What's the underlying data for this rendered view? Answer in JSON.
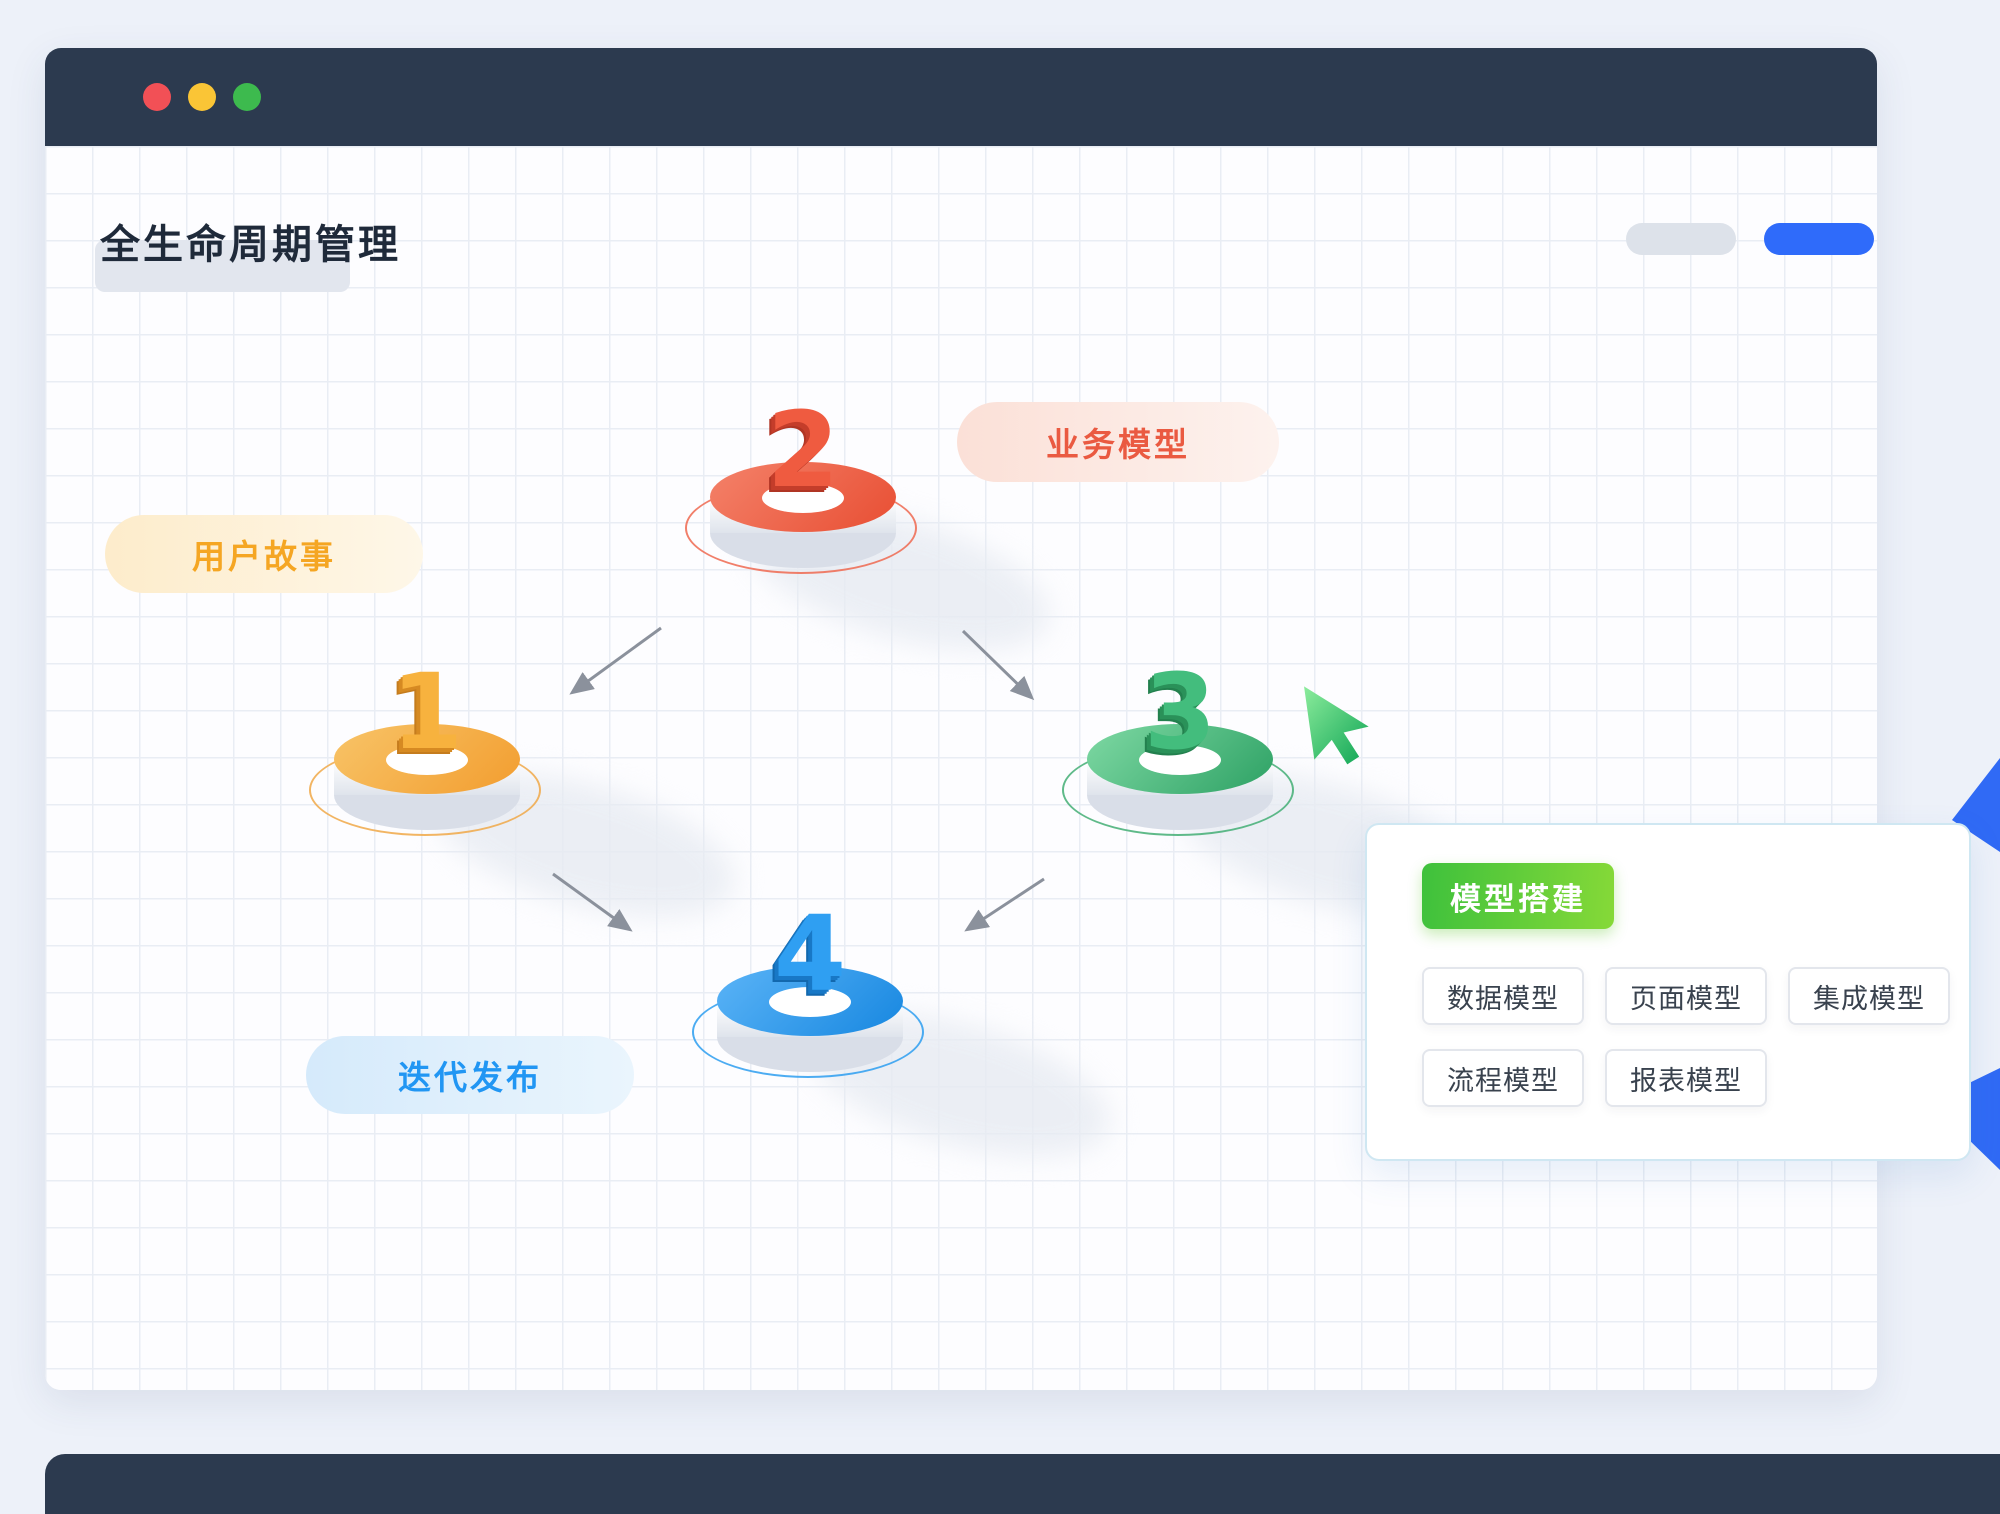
{
  "window": {
    "title": "全生命周期管理"
  },
  "diagram": {
    "steps": [
      {
        "number": "1",
        "color": "#f5a94b"
      },
      {
        "number": "2",
        "color": "#ee5a40"
      },
      {
        "number": "3",
        "color": "#3bb273"
      },
      {
        "number": "4",
        "color": "#2e9bf3"
      }
    ],
    "tags": {
      "user_story": "用户故事",
      "business_model": "业务模型",
      "iteration_release": "迭代发布"
    }
  },
  "panel": {
    "primary_button": "模型搭建",
    "model_buttons": [
      "数据模型",
      "页面模型",
      "集成模型",
      "流程模型",
      "报表模型"
    ]
  },
  "colors": {
    "titlebar_dark": "#2c3a4f",
    "accent_blue": "#2f6bfa",
    "green": "#52c41a",
    "orange": "#f5a623",
    "coral": "#ea5a41",
    "sky_blue": "#2196f3"
  }
}
